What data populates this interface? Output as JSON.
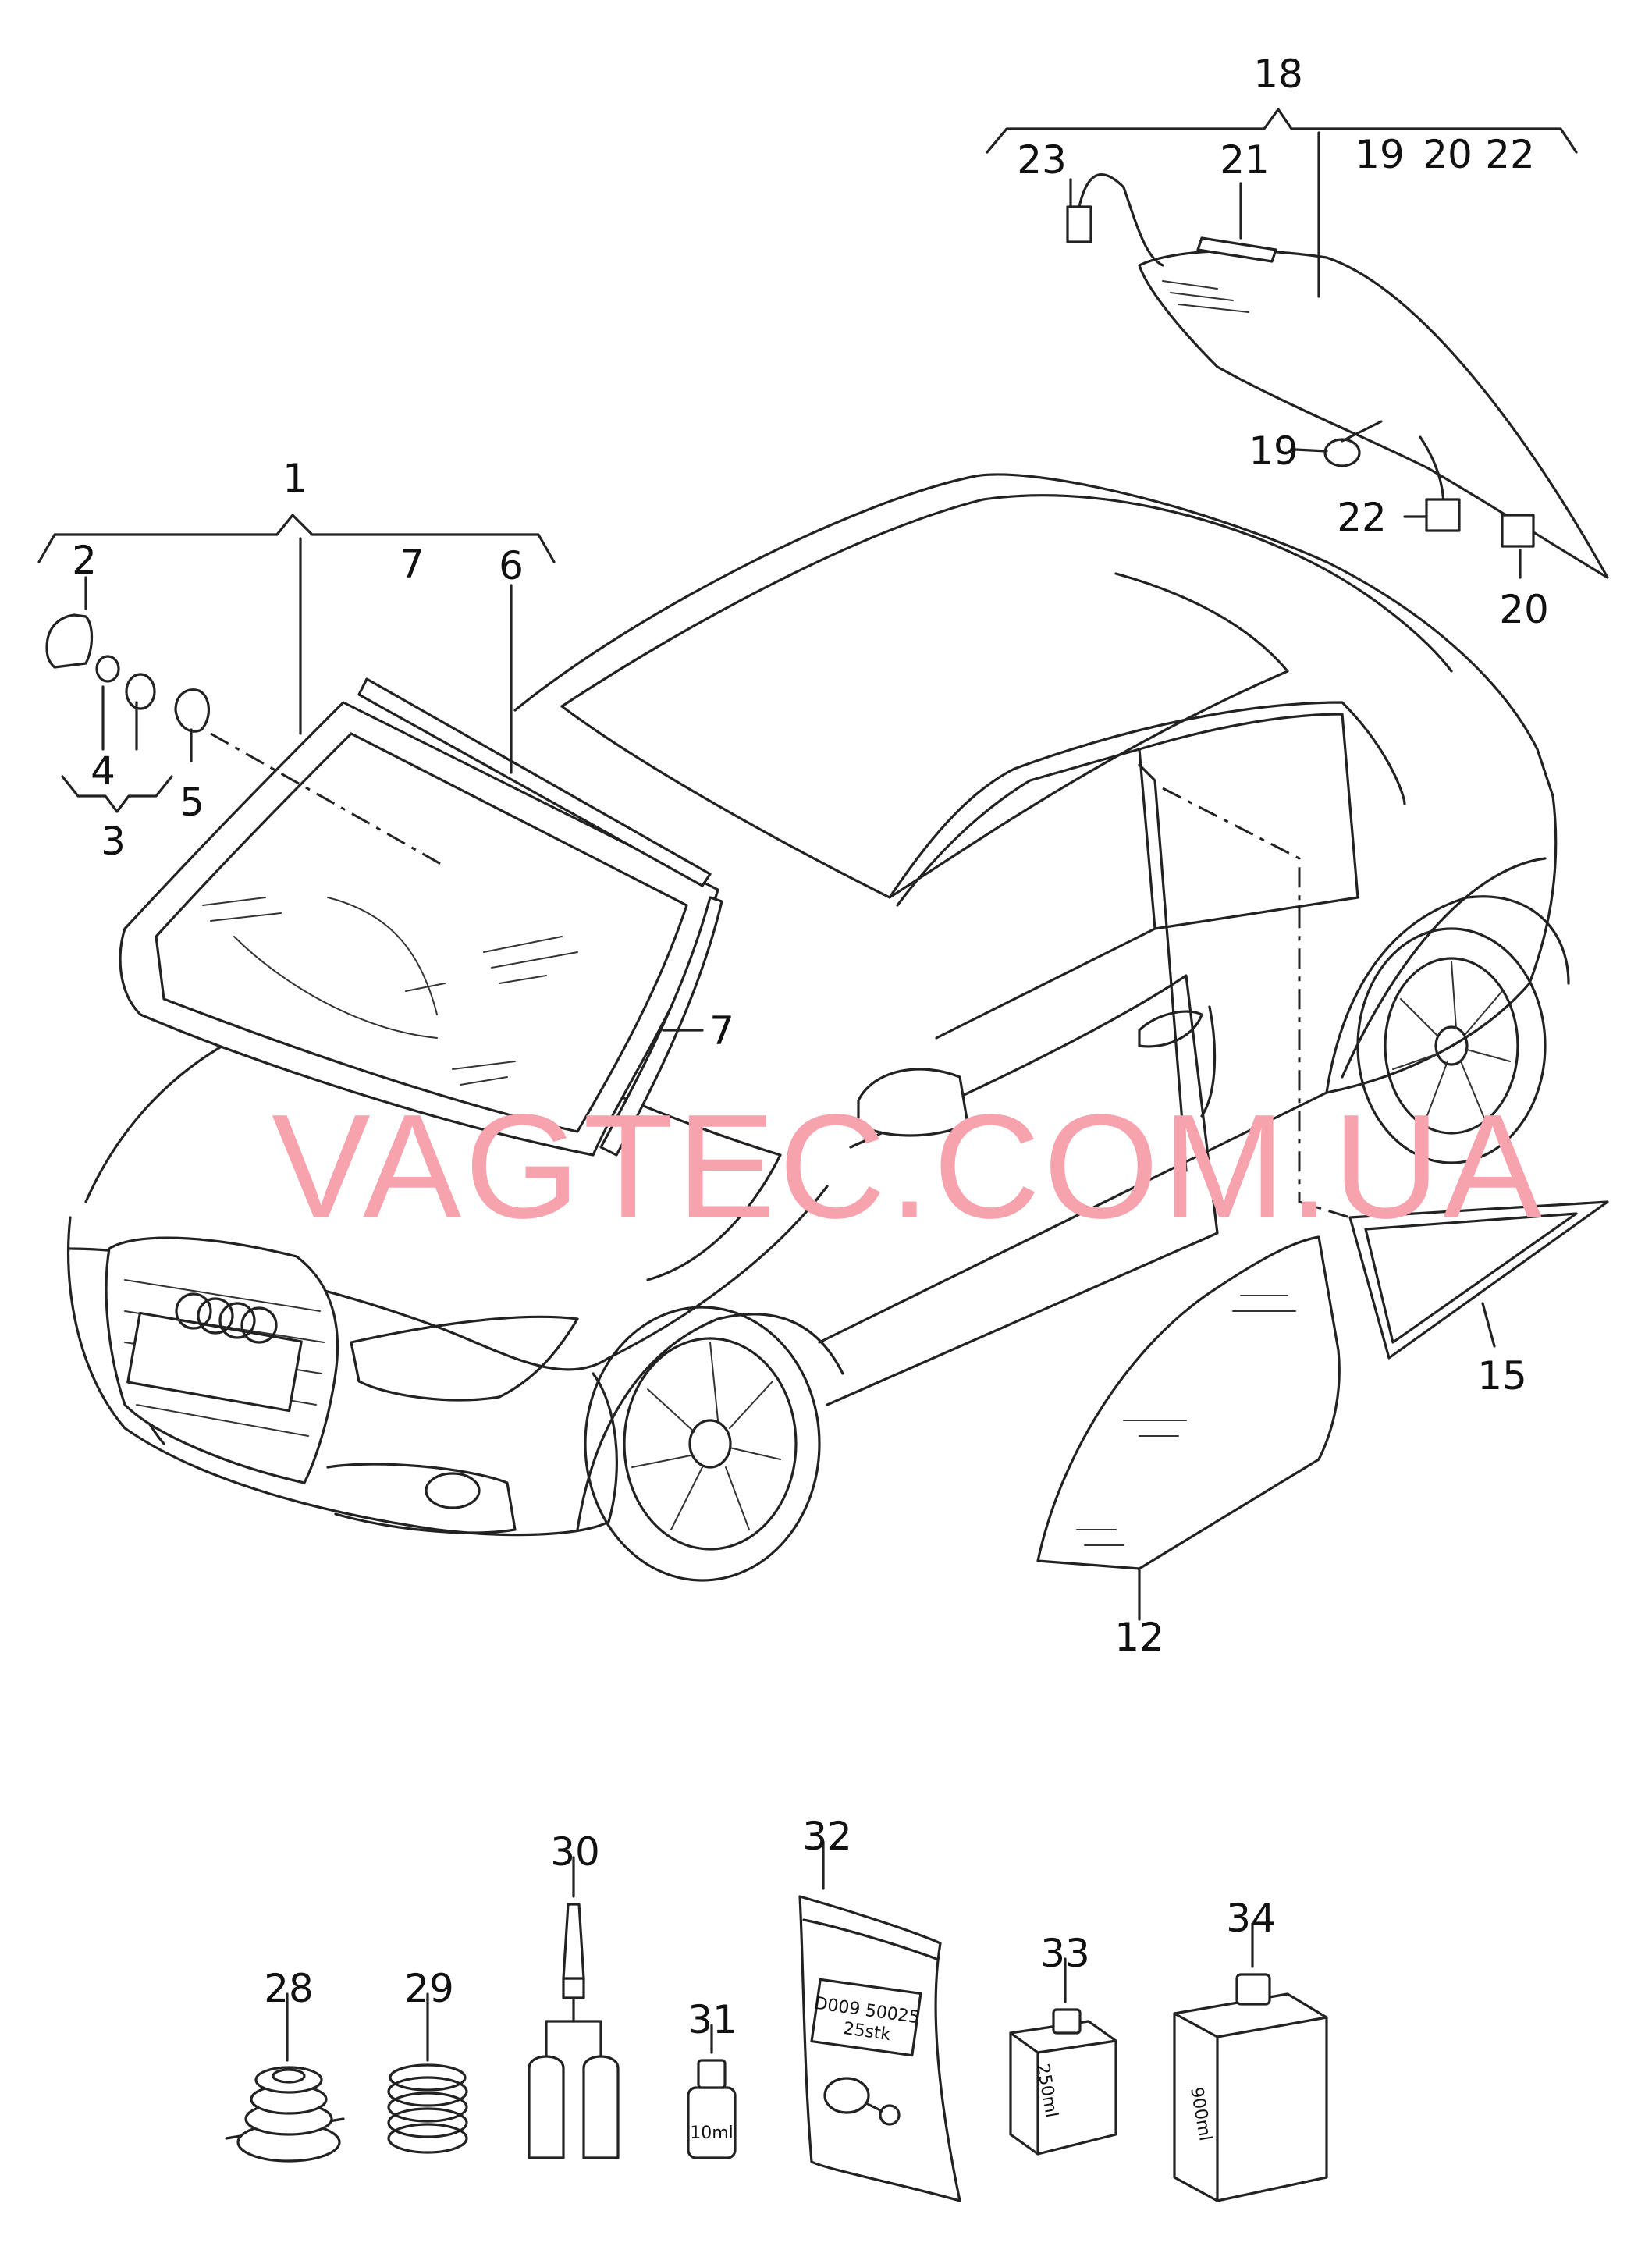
{
  "diagram": {
    "watermark": "VAGTEC.COM.UA",
    "callouts": {
      "c1": "1",
      "c2": "2",
      "c3": "3",
      "c4": "4",
      "c5": "5",
      "c6": "6",
      "c7a": "7",
      "c7b": "7",
      "c12": "12",
      "c15": "15",
      "c18": "18",
      "c19a": "19",
      "c20a": "20",
      "c22a": "22",
      "c21": "21",
      "c23": "23",
      "c19b": "19",
      "c22b": "22",
      "c20b": "20",
      "c28": "28",
      "c29": "29",
      "c30": "30",
      "c31": "31",
      "c32": "32",
      "c33": "33",
      "c34": "34"
    },
    "product_labels": {
      "bag_line1": "D009 50025",
      "bag_line2": "25stk",
      "vial": "10ml",
      "can_small": "250ml",
      "can_large": "900ml"
    }
  }
}
